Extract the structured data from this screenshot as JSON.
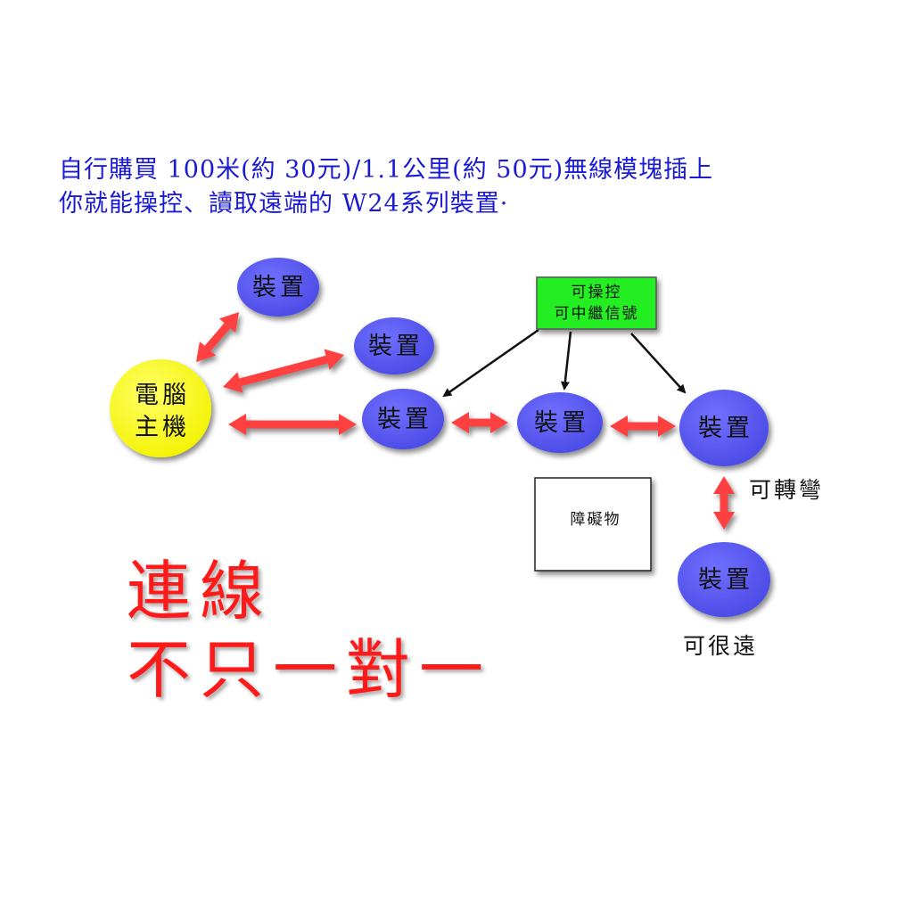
{
  "intro": {
    "line1": "自行購買 100米(約 30元)/1.1公里(約 50元)無線模塊插上",
    "line2": "你就能操控、讀取遠端的 W24系列裝置·"
  },
  "host": {
    "line1": "電腦",
    "line2": "主機"
  },
  "device_label": "裝置",
  "relay": {
    "line1": "可操控",
    "line2": "可中繼信號"
  },
  "obstacle": "障礙物",
  "can_turn": "可轉彎",
  "can_far": "可很遠",
  "headline": {
    "line1": "連線",
    "line2": "不只一對一"
  },
  "colors": {
    "intro_text": "#1a1ad6",
    "device_fill": "#5b5bf2",
    "host_fill": "#ffff1a",
    "relay_fill": "#22ee22",
    "arrow_red": "#ff4040",
    "headline_red": "#ff1a1a"
  }
}
